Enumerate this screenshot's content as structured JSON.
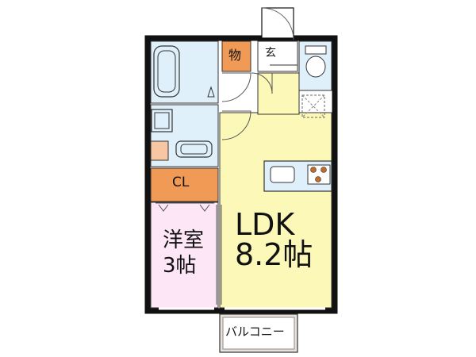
{
  "rooms": {
    "ldk": {
      "name": "LDK",
      "size": "8.2帖",
      "color": "#fbf8b8"
    },
    "western": {
      "name": "洋室",
      "size": "3帖",
      "color": "#fde6f6"
    },
    "closet": {
      "label": "CL",
      "color": "#f19a55"
    },
    "storage": {
      "label": "物",
      "color": "#f19a55"
    },
    "entrance": {
      "label": "玄"
    },
    "balcony": {
      "label": "バルコニー"
    }
  },
  "colors": {
    "wet_area": "#dff0fb",
    "wall": "#111111",
    "small_storage": "#f7c7a4"
  }
}
